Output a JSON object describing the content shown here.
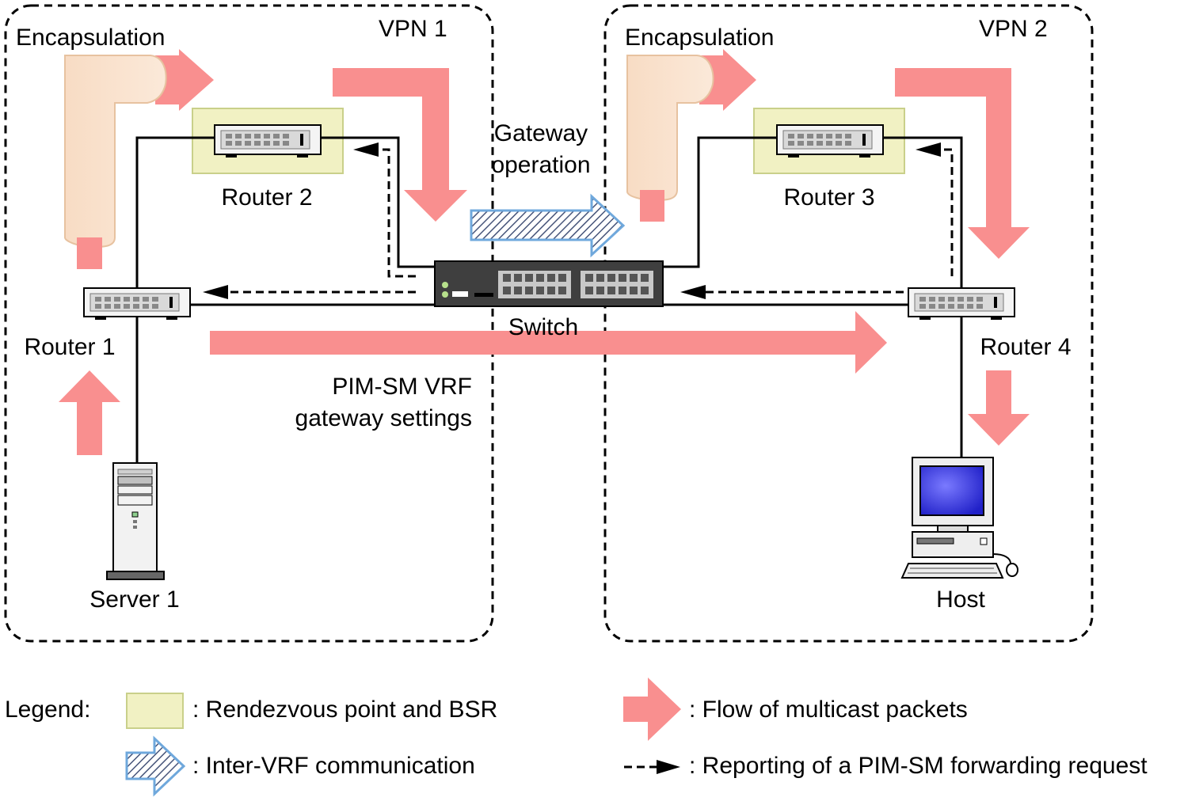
{
  "vpn1": {
    "label": "VPN 1",
    "encapsulation_label": "Encapsulation",
    "router1_label": "Router 1",
    "router2_label": "Router 2",
    "server_label": "Server 1",
    "gateway_settings_line1": "PIM-SM VRF",
    "gateway_settings_line2": "gateway settings"
  },
  "vpn2": {
    "label": "VPN 2",
    "encapsulation_label": "Encapsulation",
    "router3_label": "Router 3",
    "router4_label": "Router 4",
    "host_label": "Host"
  },
  "switch": {
    "label": "Switch",
    "gateway_line1": "Gateway",
    "gateway_line2": "operation"
  },
  "legend": {
    "title": "Legend:",
    "rp_bsr": ": Rendezvous point and BSR",
    "inter_vrf": ": Inter-VRF communication",
    "multicast_flow": ": Flow of multicast packets",
    "pim_request": ": Reporting of a PIM-SM forwarding request"
  },
  "colors": {
    "multicast_arrow": "#f98f8f",
    "encapsulation_tube": "#f9dfc8",
    "encapsulation_edge": "#e7c2a0",
    "rp_bsr_fill": "#f1f1c3",
    "rp_bsr_edge": "#c9d08a",
    "inter_vrf_edge": "#6fa8dc",
    "inter_vrf_hatch": "#47557a",
    "host_screen": "#3a3ae8"
  }
}
